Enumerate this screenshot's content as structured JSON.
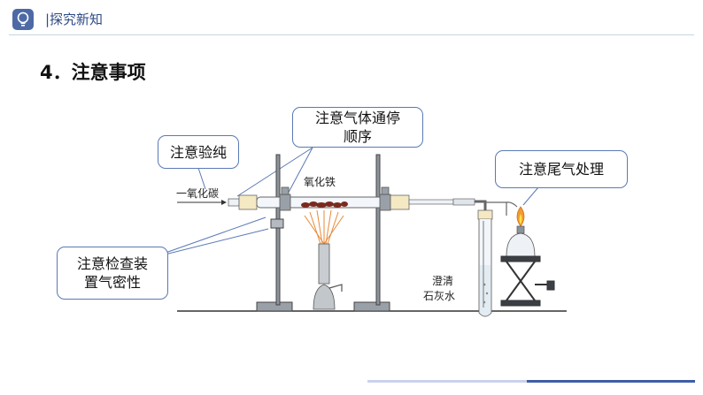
{
  "header": {
    "title": "|探究新知",
    "icon": "lightbulb-icon",
    "accent_color": "#4d6aa6"
  },
  "section": {
    "number": "4",
    "title": "4．注意事项"
  },
  "callouts": {
    "purity": "注意验纯",
    "gas_order_line1": "注意气体通停",
    "gas_order_line2": "顺序",
    "tail_gas": "注意尾气处理",
    "airtight_line1": "注意检查装",
    "airtight_line2": "置气密性"
  },
  "labels": {
    "co": "一氧化碳",
    "fe2o3": "氧化铁",
    "limewater_line1": "澄清",
    "limewater_line2": "石灰水"
  }
}
